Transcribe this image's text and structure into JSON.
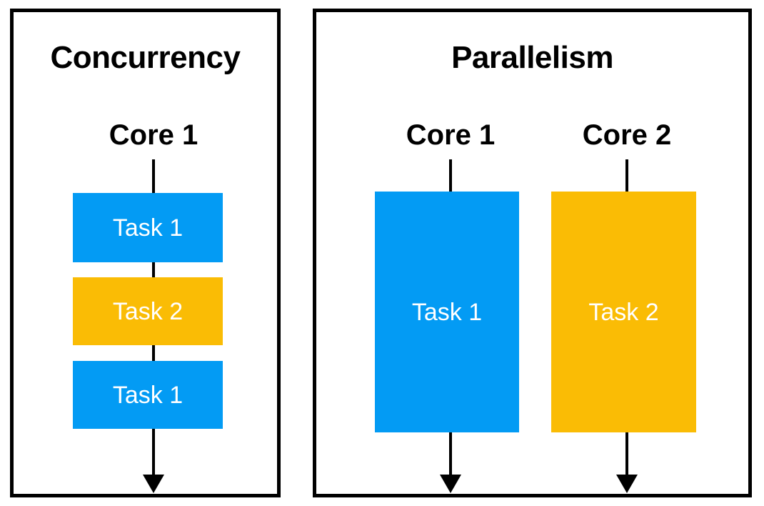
{
  "diagram": {
    "type": "concept-comparison-diagram",
    "colors": {
      "task_blue": "#039BF4",
      "task_yellow": "#FABC05",
      "line": "#000000",
      "panel_border": "#000000",
      "background": "#FFFFFF",
      "task_label_text": "#FFFFFF",
      "heading_text": "#000000"
    },
    "panels": [
      {
        "id": "concurrency",
        "title": "Concurrency",
        "cores": [
          {
            "id": "concurrency-core-1",
            "label": "Core 1",
            "tasks": [
              {
                "label": "Task 1",
                "color": "#039BF4"
              },
              {
                "label": "Task 2",
                "color": "#FABC05"
              },
              {
                "label": "Task 1",
                "color": "#039BF4"
              }
            ]
          }
        ]
      },
      {
        "id": "parallelism",
        "title": "Parallelism",
        "cores": [
          {
            "id": "parallelism-core-1",
            "label": "Core 1",
            "tasks": [
              {
                "label": "Task 1",
                "color": "#039BF4"
              }
            ]
          },
          {
            "id": "parallelism-core-2",
            "label": "Core 2",
            "tasks": [
              {
                "label": "Task 2",
                "color": "#FABC05"
              }
            ]
          }
        ]
      }
    ]
  }
}
